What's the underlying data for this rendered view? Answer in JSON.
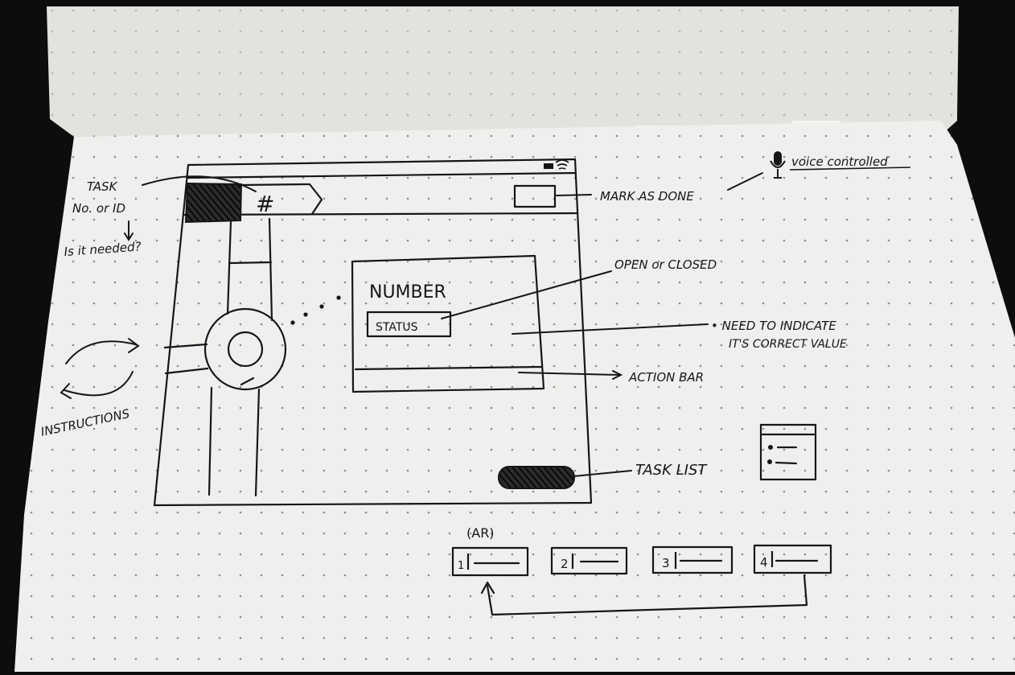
{
  "sketch": {
    "header_tab_symbol": "#",
    "number_label": "NUMBER",
    "status_label": "STATUS",
    "ar_cards": [
      {
        "num": "1"
      },
      {
        "num": "2"
      },
      {
        "num": "3"
      },
      {
        "num": "4"
      }
    ],
    "ar_label": "(AR)"
  },
  "annotations": {
    "task_id_line1": "TASK",
    "task_id_line2": "No. or ID",
    "task_id_question": "Is it needed?",
    "mark_as_done": "MARK AS DONE",
    "voice_controlled": "voice controlled",
    "open_or_closed": "OPEN or CLOSED",
    "need_indicate_line1": "• NEED TO INDICATE",
    "need_indicate_line2": "IT'S CORRECT VALUE",
    "action_bar": "ACTION BAR",
    "task_list": "TASK LIST",
    "instructions": "INSTRUCTIONS"
  },
  "icons": {
    "microphone": "microphone-icon",
    "battery_wifi": "battery-wifi-icon",
    "refresh_arrows": "refresh-arrows-icon",
    "task_list_menu": "list-menu-icon"
  },
  "colors": {
    "paper": "#eeeeec",
    "page_shadow": "#d9d9d6",
    "ink": "#161616",
    "dot": "#8e8e8e",
    "frame": "#0d0d0d"
  }
}
